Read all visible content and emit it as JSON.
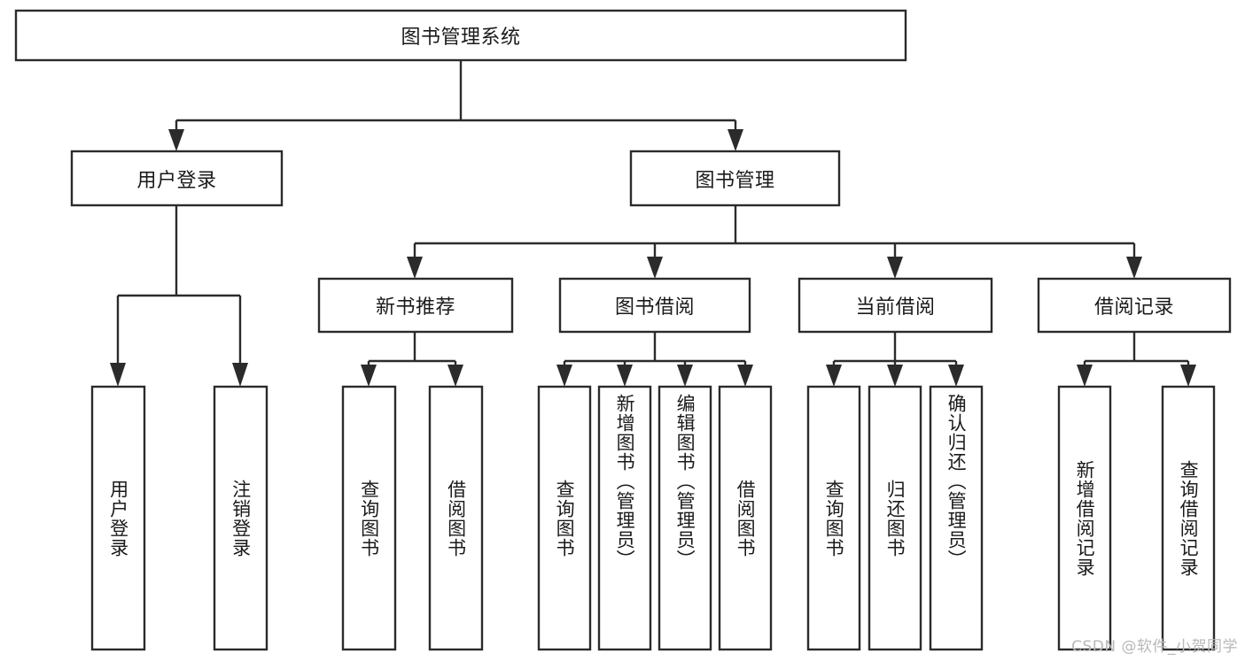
{
  "diagram": {
    "type": "tree",
    "title": "图书管理系统",
    "watermark": "CSDN @软件_小贺同学",
    "colors": {
      "background": "#ffffff",
      "box_fill": "#ffffff",
      "box_stroke": "#2b2b2b",
      "text": "#1a1a1a",
      "watermark": "#b8b8b8"
    },
    "root": {
      "label": "图书管理系统",
      "orientation": "horizontal"
    },
    "level2": [
      {
        "label": "用户登录",
        "orientation": "horizontal"
      },
      {
        "label": "图书管理",
        "orientation": "horizontal"
      }
    ],
    "level3": [
      {
        "label": "新书推荐",
        "orientation": "horizontal"
      },
      {
        "label": "图书借阅",
        "orientation": "horizontal"
      },
      {
        "label": "当前借阅",
        "orientation": "horizontal"
      },
      {
        "label": "借阅记录",
        "orientation": "horizontal"
      }
    ],
    "leaves": {
      "user_login": [
        {
          "label": "用户登录",
          "orientation": "vertical"
        },
        {
          "label": "注销登录",
          "orientation": "vertical"
        }
      ],
      "new_book_recommend": [
        {
          "label": "查询图书",
          "orientation": "vertical"
        },
        {
          "label": "借阅图书",
          "orientation": "vertical"
        }
      ],
      "book_borrow": [
        {
          "label": "查询图书",
          "orientation": "vertical"
        },
        {
          "label": "新增图书（管理员）",
          "orientation": "vertical"
        },
        {
          "label": "编辑图书（管理员）",
          "orientation": "vertical"
        },
        {
          "label": "借阅图书",
          "orientation": "vertical"
        }
      ],
      "current_borrow": [
        {
          "label": "查询图书",
          "orientation": "vertical"
        },
        {
          "label": "归还图书",
          "orientation": "vertical"
        },
        {
          "label": "确认归还（管理员）",
          "orientation": "vertical"
        }
      ],
      "borrow_record": [
        {
          "label": "新增借阅记录",
          "orientation": "vertical"
        },
        {
          "label": "查询借阅记录",
          "orientation": "vertical"
        }
      ]
    }
  }
}
